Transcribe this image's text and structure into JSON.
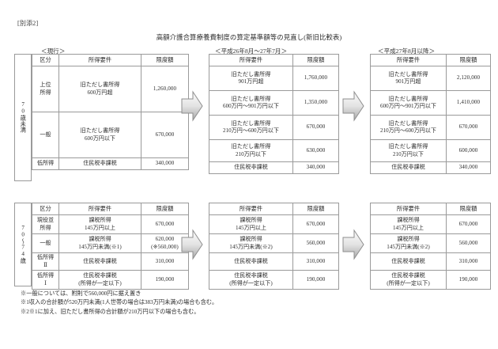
{
  "document": {
    "label": "[別添2]",
    "title": "高額介護合算療養費制度の算定基準額等の見直し(新旧比較表)"
  },
  "captions": {
    "current": "＜現行＞",
    "mid": "＜平成26年8月～27年7月＞",
    "new": "＜平成27年8月以降＞"
  },
  "age_groups": {
    "under_70": "70歳未満",
    "from_70_to_74": "70～74歳"
  },
  "headers": {
    "category": "区分",
    "income_requirement": "所得要件",
    "limit_amount": "限度額"
  },
  "upper": {
    "current": {
      "rows": [
        {
          "category_line1": "上位",
          "category_line2": "所得",
          "income_line1": "旧ただし書所得",
          "income_line2": "600万円超",
          "amount": "1,260,000"
        },
        {
          "category_line1": "一般",
          "category_line2": "",
          "income_line1": "旧ただし書所得",
          "income_line2": "600万円以下",
          "amount": "670,000"
        },
        {
          "category_line1": "低所得",
          "category_line2": "",
          "income_line1": "住民税非課税",
          "income_line2": "",
          "amount": "340,000"
        }
      ]
    },
    "mid": {
      "rows": [
        {
          "income_line1": "旧ただし書所得",
          "income_line2": "901万円超",
          "amount": "1,760,000"
        },
        {
          "income_line1": "旧ただし書所得",
          "income_line2": "600万円～901万円以下",
          "amount": "1,350,000"
        },
        {
          "income_line1": "旧ただし書所得",
          "income_line2": "210万円～600万円以下",
          "amount": "670,000"
        },
        {
          "income_line1": "旧ただし書所得",
          "income_line2": "210万円以下",
          "amount": "630,000"
        },
        {
          "income_line1": "住民税非課税",
          "income_line2": "",
          "amount": "340,000"
        }
      ]
    },
    "new": {
      "rows": [
        {
          "income_line1": "旧ただし書所得",
          "income_line2": "901万円超",
          "amount": "2,120,000"
        },
        {
          "income_line1": "旧ただし書所得",
          "income_line2": "600万円～901万円以下",
          "amount": "1,410,000"
        },
        {
          "income_line1": "旧ただし書所得",
          "income_line2": "210万円～600万円以下",
          "amount": "670,000"
        },
        {
          "income_line1": "旧ただし書所得",
          "income_line2": "210万円以下",
          "amount": "600,000"
        },
        {
          "income_line1": "住民税非課税",
          "income_line2": "",
          "amount": "340,000"
        }
      ]
    }
  },
  "lower": {
    "current": {
      "rows": [
        {
          "category_line1": "現役並",
          "category_line2": "所得",
          "income_line1": "課税所得",
          "income_line2": "145万円以上",
          "amount_line1": "670,000",
          "amount_line2": ""
        },
        {
          "category_line1": "一般",
          "category_line2": "",
          "income_line1": "課税所得",
          "income_line2": "145万円未満(※1)",
          "amount_line1": "620,000",
          "amount_line2": "(※560,000)"
        },
        {
          "category_line1": "低所得",
          "category_line2": "Ⅱ",
          "income_line1": "住民税非課税",
          "income_line2": "",
          "amount_line1": "310,000",
          "amount_line2": ""
        },
        {
          "category_line1": "低所得",
          "category_line2": "Ⅰ",
          "income_line1": "住民税非課税",
          "income_line2": "(所得が一定以下)",
          "amount_line1": "190,000",
          "amount_line2": ""
        }
      ]
    },
    "mid": {
      "rows": [
        {
          "income_line1": "課税所得",
          "income_line2": "145万円以上",
          "amount": "670,000"
        },
        {
          "income_line1": "課税所得",
          "income_line2": "145万円未満(※2)",
          "amount": "560,000"
        },
        {
          "income_line1": "住民税非課税",
          "income_line2": "",
          "amount": "310,000"
        },
        {
          "income_line1": "住民税非課税",
          "income_line2": "(所得が一定以下)",
          "amount": "190,000"
        }
      ]
    },
    "new": {
      "rows": [
        {
          "income_line1": "課税所得",
          "income_line2": "145万円以上",
          "amount": "670,000"
        },
        {
          "income_line1": "課税所得",
          "income_line2": "145万円未満(※2)",
          "amount": "560,000"
        },
        {
          "income_line1": "住民税非課税",
          "income_line2": "",
          "amount": "310,000"
        },
        {
          "income_line1": "住民税非課税",
          "income_line2": "(所得が一定以下)",
          "amount": "190,000"
        }
      ]
    }
  },
  "notes": [
    "※一般については、附則で560,000円に据え置き",
    "※1収入の合計額が520万円未満(1人世帯の場合は383万円未満)の場合も含む。",
    "※2※1に加え、旧ただし書所得の合計額が210万円以下の場合も含む。"
  ],
  "colors": {
    "text": "#2b2b2b",
    "border": "#9a9a9a",
    "arrow_light": "#f2f2f2",
    "arrow_dark": "#9d9d9d",
    "background": "#ffffff"
  }
}
